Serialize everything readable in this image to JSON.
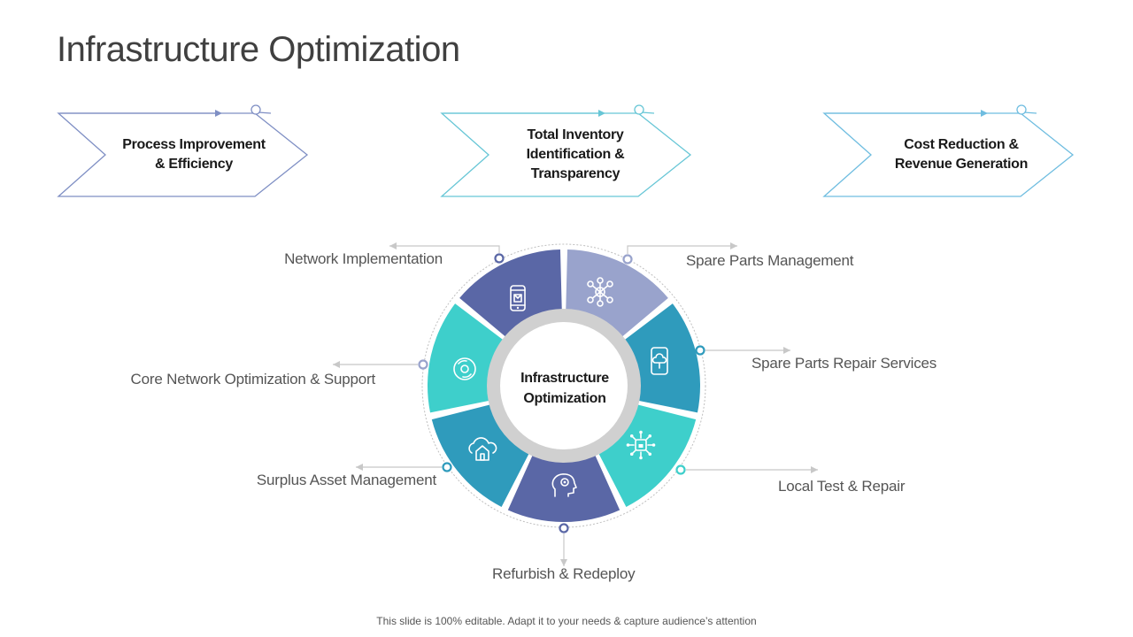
{
  "slide": {
    "title": "Infrastructure Optimization",
    "footer": "This slide is 100% editable. Adapt it to your needs & capture audience’s attention"
  },
  "stages": [
    {
      "lines": [
        "Process Improvement",
        "& Efficiency"
      ],
      "color": "#7f8fc4"
    },
    {
      "lines": [
        "Total Inventory",
        "Identification &",
        "Transparency"
      ],
      "color": "#67c6d6"
    },
    {
      "lines": [
        "Cost Reduction &",
        "Revenue Generation"
      ],
      "color": "#6fbde0"
    }
  ],
  "cycle": {
    "center": [
      "Infrastructure",
      "Optimization"
    ],
    "ring_color": "#d0d0d0",
    "segments": [
      {
        "label": "Network Implementation",
        "color": "#5a67a6",
        "icon": "smartphone-icon"
      },
      {
        "label": "Spare Parts Management",
        "color": "#99a3cc",
        "icon": "network-nodes-icon"
      },
      {
        "label": "Spare Parts Repair Services",
        "color": "#2f9bbc",
        "icon": "tablet-cloud-icon"
      },
      {
        "label": "Local Test & Repair",
        "color": "#3ecfcb",
        "icon": "circuit-lock-icon"
      },
      {
        "label": "Refurbish & Redeploy",
        "color": "#5a67a6",
        "icon": "head-gear-icon"
      },
      {
        "label": "Surplus Asset Management",
        "color": "#2f9bbc",
        "icon": "cloud-home-icon"
      },
      {
        "label": "Core Network Optimization & Support",
        "color": "#3ecfcb",
        "icon": "disc-icon"
      }
    ]
  }
}
